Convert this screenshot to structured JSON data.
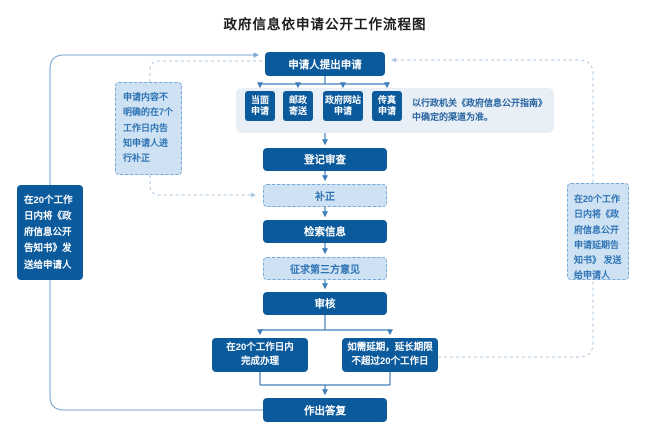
{
  "title": "政府信息依申请公开工作流程图",
  "colors": {
    "node_dark_blue": "#0b5a9c",
    "node_light_fill": "#cfe2f3",
    "node_dashed_border": "#76a9d8",
    "channel_container_fill": "#e9eff7",
    "loop_line_solid": "#7fa9d3",
    "loop_line_dashed": "#afc7de",
    "stem_line": "#3f7cba",
    "light_text_blue": "#2e74b5"
  },
  "flow": {
    "apply": "申请人提出申请",
    "channels": [
      "当面申请",
      "邮政寄送",
      "政府网站申请",
      "传真申请"
    ],
    "channel_note": {
      "lines": [
        "以行政机关《政府信息公开指南》",
        "中确定的渠道为准。"
      ]
    },
    "register": "登记审查",
    "correct": "补正",
    "search": "检索信息",
    "third_party": "征求第三方意见",
    "review": "审核",
    "complete": {
      "lines": [
        "在20个工作日内",
        "完成办理"
      ]
    },
    "extend": {
      "lines": [
        "如需延期，延长期限",
        "不超过20个工作日"
      ]
    },
    "reply": "作出答复"
  },
  "annotations": {
    "correction_hint": "申请内容不明确的在7个工作日内告知申请人进行补正",
    "disclosure_notice": "在20个工作日内将《政府信息公开告知书》发送给申请人",
    "extension_notice": "在20个工作日内将《政府信息公开申请延期告知书》 发送给申请人"
  }
}
